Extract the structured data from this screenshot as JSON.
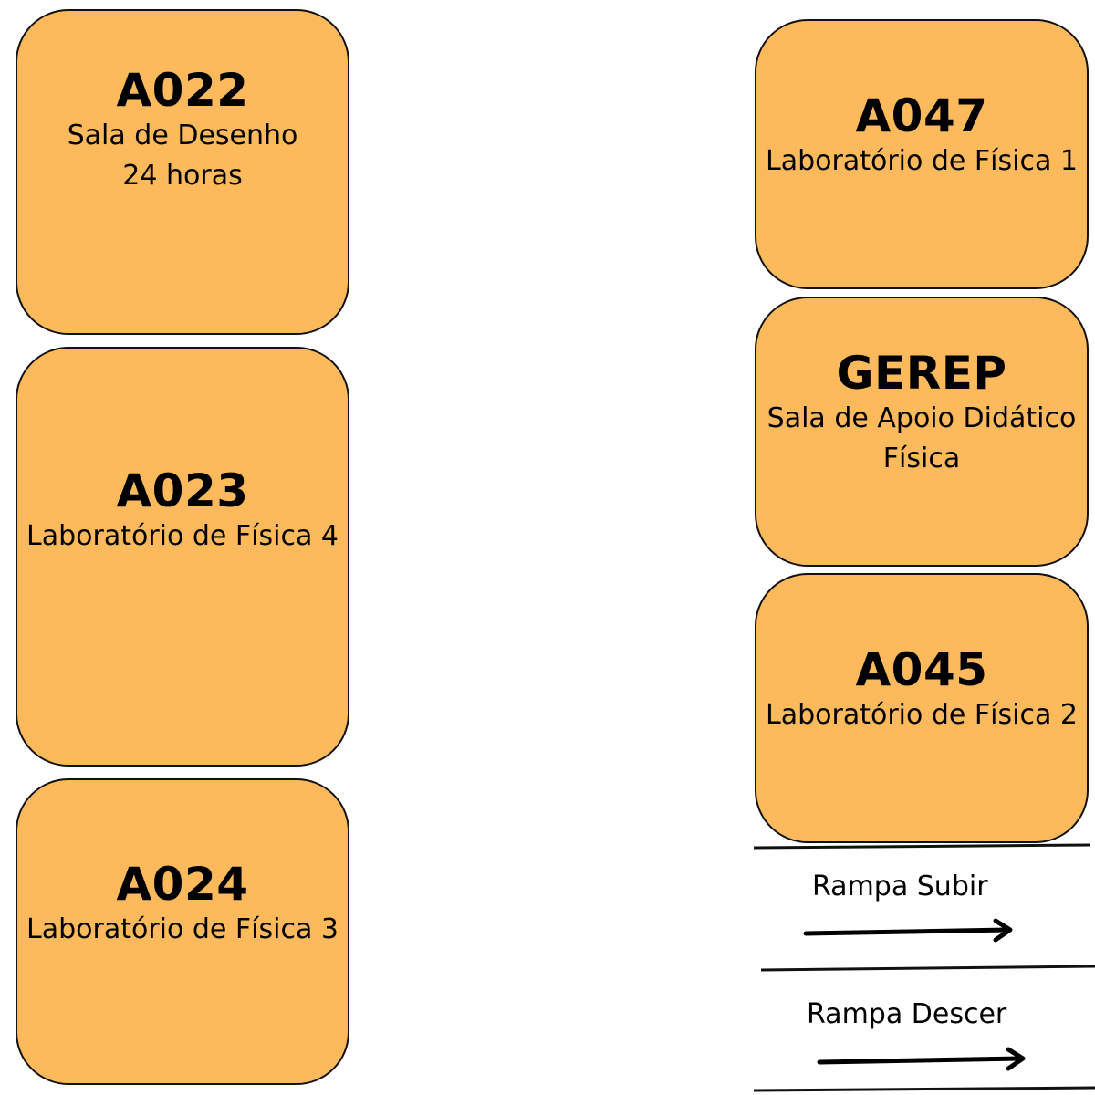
{
  "rooms": {
    "a022": {
      "code": "A022",
      "lines": [
        "Sala de Desenho",
        "24 horas"
      ]
    },
    "a023": {
      "code": "A023",
      "lines": [
        "Laboratório de Física 4"
      ]
    },
    "a024": {
      "code": "A024",
      "lines": [
        "Laboratório de Física 3"
      ]
    },
    "a047": {
      "code": "A047",
      "lines": [
        "Laboratório de Física 1"
      ]
    },
    "gerep": {
      "code": "GEREP",
      "lines": [
        "Sala de Apoio Didático",
        "Física"
      ]
    },
    "a045": {
      "code": "A045",
      "lines": [
        "Laboratório de Física 2"
      ]
    }
  },
  "ramps": {
    "up": {
      "label": "Rampa Subir",
      "direction": "right"
    },
    "down": {
      "label": "Rampa Descer",
      "direction": "right"
    }
  },
  "colors": {
    "room_fill": "#fdba5c",
    "outline": "#111111",
    "text": "#000000"
  }
}
